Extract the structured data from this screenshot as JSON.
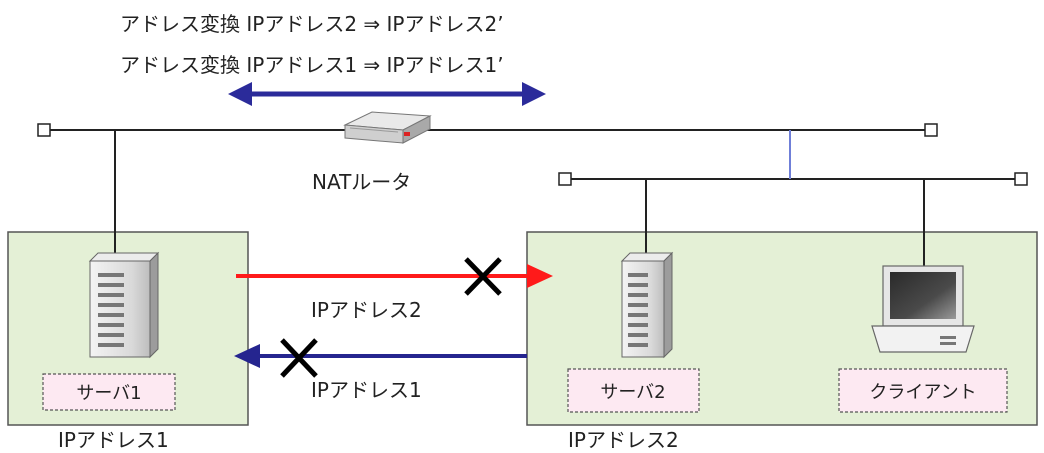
{
  "header": {
    "line1": "アドレス変換 IPアドレス2 ⇒ IPアドレス2’",
    "line2": "アドレス変換 IPアドレス1 ⇒ IPアドレス1’"
  },
  "router": {
    "label": "NATルータ"
  },
  "left_network": {
    "server_label": "サーバ1",
    "network_label": "IPアドレス1"
  },
  "right_network": {
    "server_label": "サーバ2",
    "client_label": "クライアント",
    "network_label": "IPアドレス2"
  },
  "flows": {
    "to_right_label": "IPアドレス2",
    "to_left_label": "IPアドレス1"
  },
  "colors": {
    "arrow_nat": "#2b2b9a",
    "arrow_red": "#ff1a1a",
    "arrow_blue": "#25258f",
    "zone_fill": "#e4f0d6",
    "zone_border": "#555555",
    "label_box_fill": "#fde9f2",
    "label_box_border": "#555555",
    "bus_line": "#222222",
    "blue_link": "#6f7fd8"
  },
  "icons": {
    "router": "router-icon",
    "server": "server-icon",
    "client": "laptop-icon",
    "blocked": "x-mark-icon"
  }
}
